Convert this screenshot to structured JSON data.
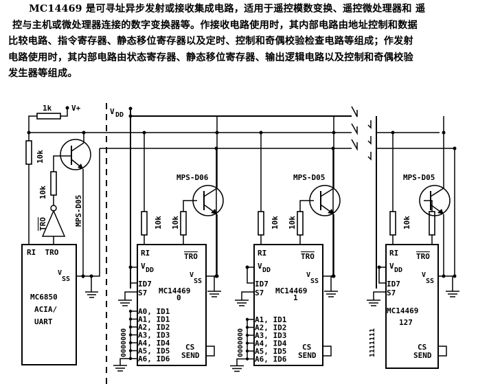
{
  "description": {
    "lines": [
      "MC14469 是可寻址异步发射或接收集成电路，适用于遥控模数变换、遥控微处理器和 遥",
      "控与主机或微处理器连接的数字变换器等。作接收电路使用时，其内部电路由地址控制和数据",
      "比较电路、指令寄存器、静态移位寄存器以及定时、控制和奇偶校验检查电路等组成；作发射",
      "电路使用时，其内部电路由状态寄存器、静态移位寄存器、输出逻辑电路以及控制和奇偶校验",
      "发生器等组成。"
    ]
  },
  "schematic": {
    "supply": {
      "vplus": "V+",
      "vdd_v": "V",
      "vdd_sub": "DD"
    },
    "host": {
      "resistor_top": "1k",
      "resistor_left": "10k",
      "resistor_base": "10k",
      "trd_label": "TRO",
      "transistor": "MPS-D05",
      "chip_pins_top": "RI  TRO",
      "vss_v": "V",
      "vss_sub": "SS",
      "chip_name": [
        "MC6850",
        "ACIA/",
        "UART"
      ]
    },
    "remotes": [
      {
        "transistor": "MPS-D06",
        "r1": "10k",
        "r2": "10k",
        "ri": "RI",
        "tro": "TRO",
        "vdd_v": "V",
        "vdd_sub": "DD",
        "vss_v": "V",
        "vss_sub": "SS",
        "id7": "ID7",
        "s7": "S7",
        "part": "MC14469",
        "address": "0",
        "pins": [
          "A0, ID1",
          "A1, ID1",
          "A2, ID2",
          "A3, ID3",
          "A4, ID4",
          "A5, ID5",
          "A6, ID6"
        ],
        "cs": "CS",
        "send": "SEND",
        "addr_bits": "0000000"
      },
      {
        "transistor": "MPS-D05",
        "r1": "10k",
        "r2": "10k",
        "ri": "RI",
        "tro": "TRO",
        "vdd_v": "V",
        "vdd_sub": "DD",
        "vss_v": "V",
        "vss_sub": "SS",
        "id7": "ID7",
        "s7": "S7",
        "part": "MC14469",
        "address": "1",
        "pins": [
          "A1, ID1",
          "A2, ID2",
          "A3, ID3",
          "A4, ID4",
          "A5, ID5",
          "A6, ID6"
        ],
        "cs": "CS",
        "send": "SEND",
        "addr_bits": "0000000"
      },
      {
        "transistor": "MPS-D05",
        "r1": "10k",
        "ri": "RI",
        "tro": "TRO",
        "vdd_v": "V",
        "vdd_sub": "DD",
        "vss_v": "V",
        "vss_sub": "SS",
        "id7": "ID7",
        "s7": "S7",
        "part": "MC14469",
        "address": "127",
        "cs": "CS",
        "send": "SEND",
        "addr_bits": "1111111"
      }
    ]
  }
}
